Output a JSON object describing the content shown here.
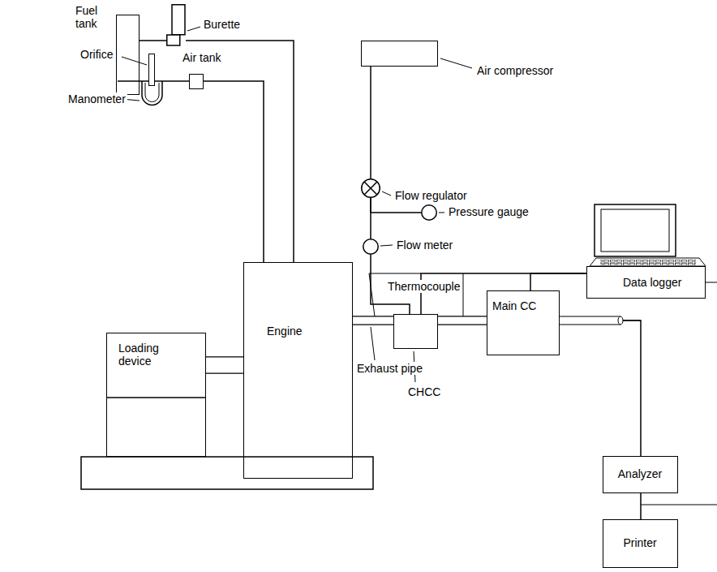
{
  "diagram": {
    "nodes": [
      {
        "text": [
          "Fuel tank"
        ]
      },
      {
        "text": [
          "Burette"
        ]
      },
      {
        "text": [
          "Orifice"
        ]
      },
      {
        "text": [
          "Air tank"
        ]
      },
      {
        "text": [
          "Air compressor"
        ]
      },
      {
        "text": [
          "Flow regulator"
        ]
      },
      {
        "text": [
          "Pressure gauge"
        ]
      },
      {
        "text": [
          "Flow meter"
        ]
      },
      {
        "text": [
          "Data logger"
        ]
      },
      {
        "text": [
          "Loading device"
        ]
      },
      {
        "text": [
          "Engine"
        ]
      },
      {
        "text": [
          "CHCC"
        ]
      },
      {
        "text": [
          "Main CC"
        ]
      },
      {
        "text": [
          "Analyzer"
        ]
      },
      {
        "text": [
          "Printer"
        ]
      }
    ],
    "edges": [
      {
        "from": 0,
        "to": 1,
        "arrow": "none"
      },
      {
        "from": 1,
        "to": 10,
        "arrow": "none"
      },
      {
        "from": 2,
        "to": 3,
        "arrow": "none"
      },
      {
        "from": 3,
        "to": 10,
        "arrow": "none"
      },
      {
        "from": 4,
        "to": 5,
        "arrow": "none"
      },
      {
        "from": 5,
        "to": 7,
        "arrow": "none"
      },
      {
        "from": 5,
        "to": 6,
        "arrow": "none"
      },
      {
        "from": 7,
        "to": 11,
        "arrow": "none"
      },
      {
        "from": 8,
        "to": 11,
        "arrow": "none"
      },
      {
        "from": 8,
        "to": 12,
        "arrow": "none"
      },
      {
        "from": 9,
        "to": 10,
        "arrow": "none"
      },
      {
        "from": 10,
        "to": 11,
        "arrow": "none"
      },
      {
        "from": 11,
        "to": 12,
        "arrow": "none"
      },
      {
        "from": 12,
        "to": 13,
        "arrow": "none"
      },
      {
        "from": 13,
        "to": 14,
        "arrow": "none"
      }
    ],
    "labels": [
      "Manometer",
      "Thermocouple",
      "Exhaust pipe"
    ]
  }
}
